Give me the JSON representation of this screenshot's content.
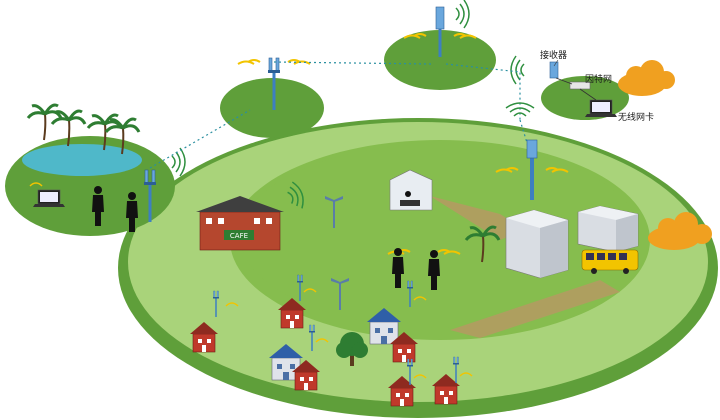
{
  "labels": {
    "receiver": "接收器",
    "internet": "因特网",
    "wireless_card": "无线网卡",
    "cafe": "CAFE"
  },
  "colors": {
    "grass_dark": "#5f9f3a",
    "grass_mid": "#86bd4e",
    "grass_light": "#a9d37a",
    "grass_pale": "#c9e3a3",
    "path": "#b59a63",
    "cloud": "#f0a020",
    "signal_yellow": "#f2c400",
    "signal_green": "#2f8f3f",
    "antenna_blue": "#3d7fc1",
    "pond": "#4fb8c9"
  },
  "icons": [
    "antenna-icon",
    "wifi-signal-icon",
    "laptop-icon",
    "cloud-icon",
    "building-icon",
    "house-icon",
    "bus-icon",
    "tree-icon",
    "palm-tree-icon",
    "person-icon",
    "street-lamp-icon",
    "receiver-icon",
    "router-icon"
  ]
}
